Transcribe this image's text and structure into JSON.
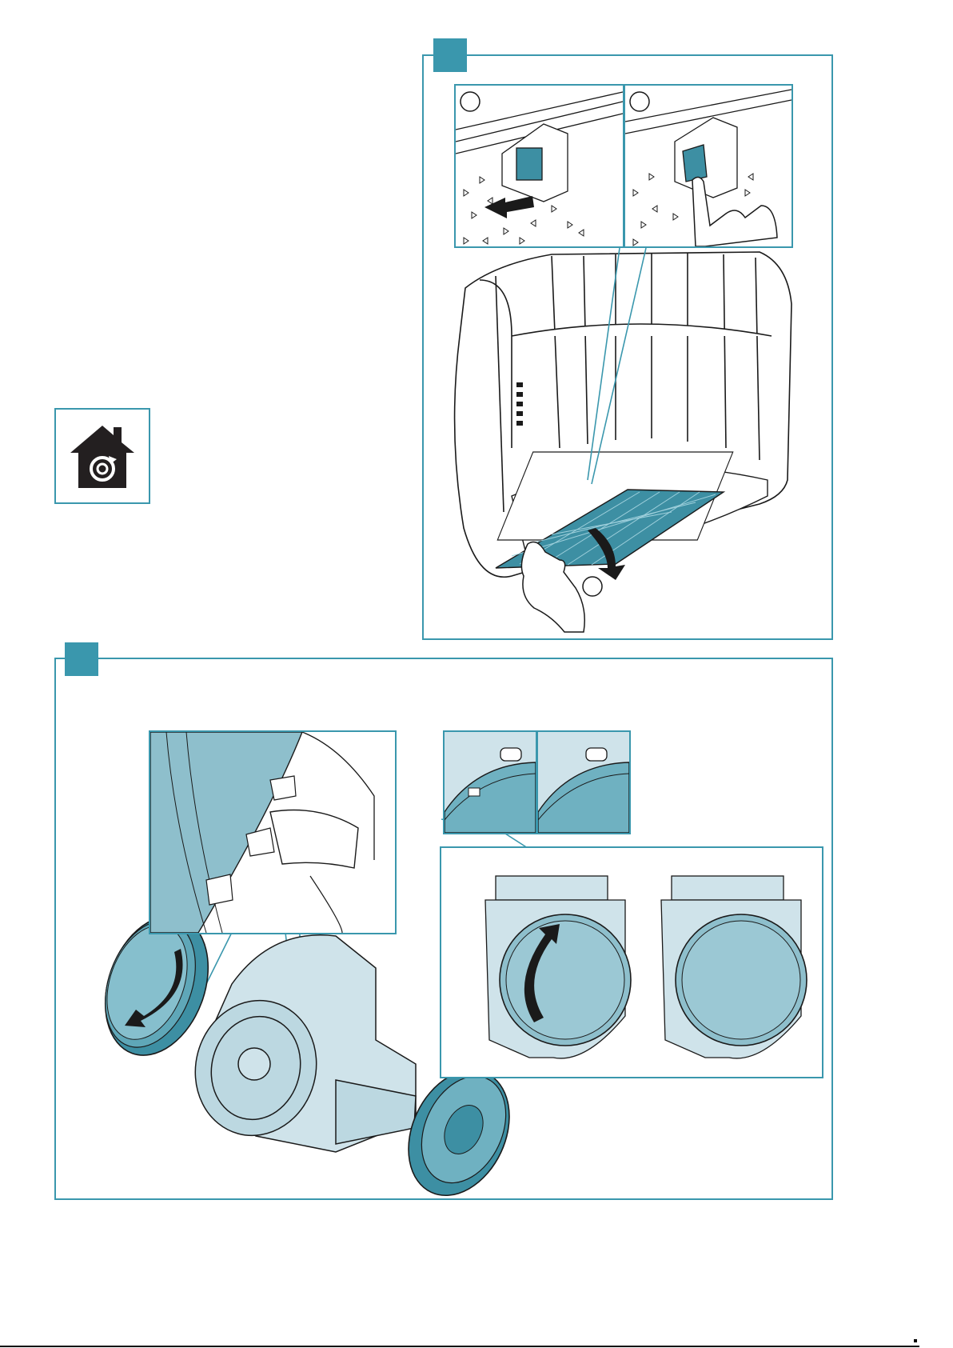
{
  "colors": {
    "accent": "#3a97ad",
    "part_fill": "#cfe3ea",
    "part_dark": "#8ebfcc",
    "filter_mesh": "#3d8fa3",
    "line": "#1a1a1a"
  },
  "icons": {
    "maintenance_symbol": "house-with-circular-arrow-icon",
    "step_markers": "teal-square-badge"
  },
  "panels": {
    "top_right": {
      "callouts": [
        "pull-latch-callout",
        "press-tab-callout"
      ],
      "arrows": [
        "pull-arrow-icon",
        "swing-down-arrow-icon"
      ]
    },
    "bottom": {
      "callouts": [
        "clip-detail-callout",
        "bayonet-unlocked-callout",
        "bayonet-locked-callout"
      ],
      "arrows": [
        "rotate-ccw-arrow-icon",
        "rotate-cw-arrow-icon"
      ]
    }
  }
}
